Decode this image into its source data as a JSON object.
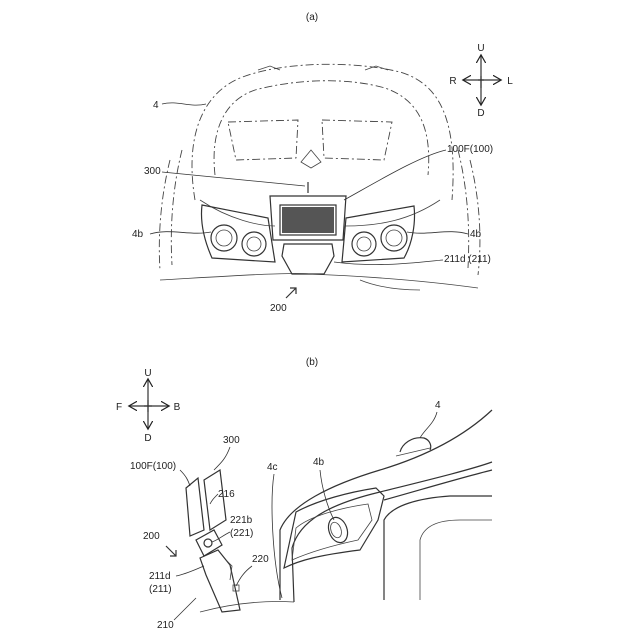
{
  "panel_a": {
    "caption": "(a)",
    "compass": {
      "up": "U",
      "down": "D",
      "left": "R",
      "right": "L"
    },
    "labels": {
      "vehicle": "4",
      "headlight_left": "4b",
      "headlight_right": "4b",
      "device": "300",
      "unit": "100F(100)",
      "bracket": "211d (211)",
      "assembly": "200"
    }
  },
  "panel_b": {
    "caption": "(b)",
    "compass": {
      "up": "U",
      "down": "D",
      "left": "F",
      "right": "B"
    },
    "labels": {
      "vehicle": "4",
      "headlight": "4b",
      "edge": "4c",
      "device": "300",
      "unit": "100F(100)",
      "part_216": "216",
      "part_221b": "221b",
      "part_221b_paren": "(221)",
      "part_220": "220",
      "assembly": "200",
      "part_211d": "211d",
      "part_211d_paren": "(211)",
      "base": "210"
    }
  }
}
